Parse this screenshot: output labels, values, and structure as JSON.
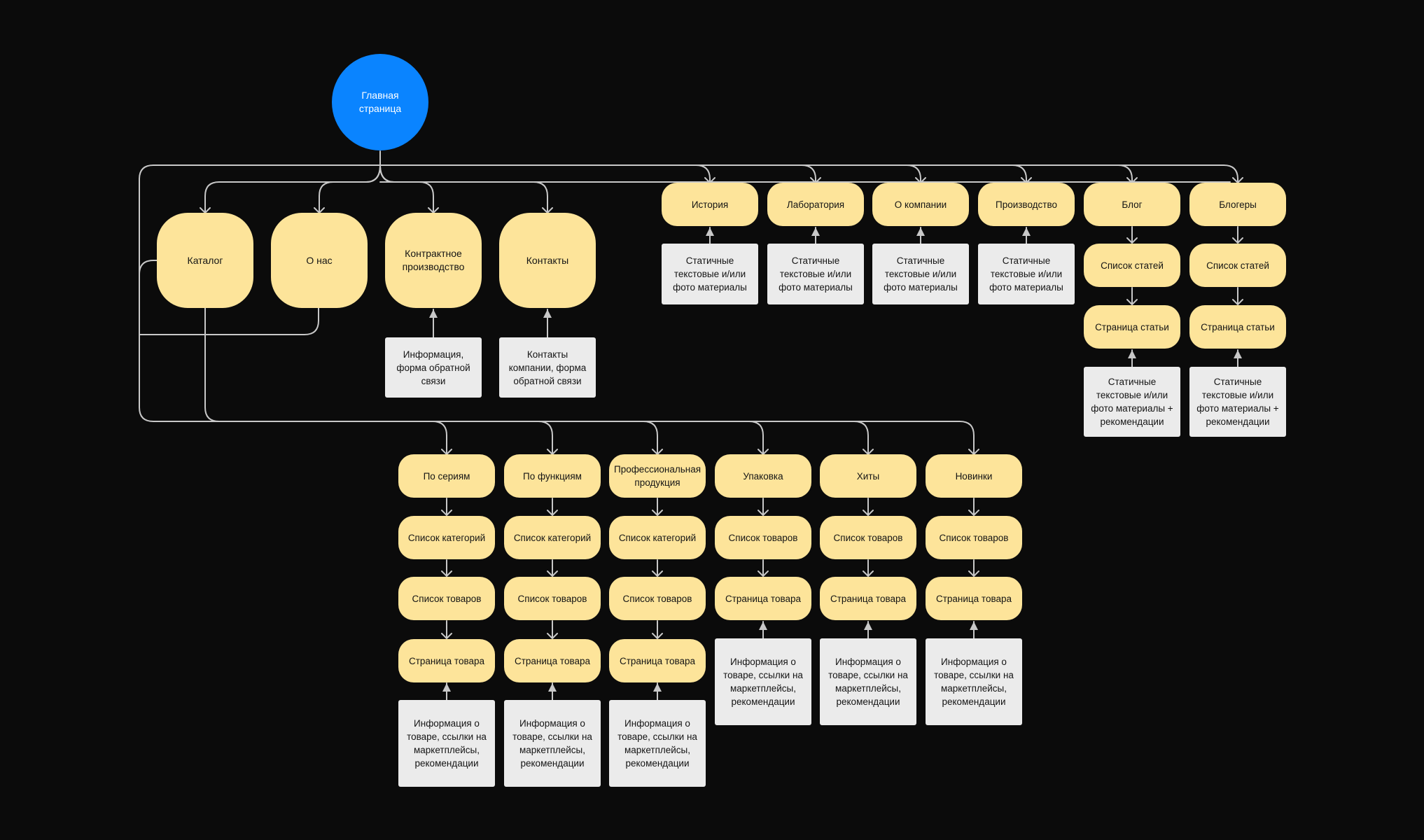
{
  "home": "Главная страница",
  "main_sections": {
    "catalog": "Каталог",
    "about_us": "О нас",
    "contract": "Контрактное производство",
    "contacts": "Контакты"
  },
  "main_info": {
    "contract": "Информация, форма обратной связи",
    "contacts": "Контакты компании, форма обратной связи"
  },
  "about_sections": [
    {
      "label": "История",
      "info": "Статичные текстовые и/или фото материалы"
    },
    {
      "label": "Лаборатория",
      "info": "Статичные текстовые и/или фото материалы"
    },
    {
      "label": "О компании",
      "info": "Статичные текстовые и/или фото материалы"
    },
    {
      "label": "Производство",
      "info": "Статичные текстовые и/или фото материалы"
    }
  ],
  "blog_sections": [
    {
      "label": "Блог",
      "list": "Список статей",
      "page": "Страница статьи",
      "info": "Статичные текстовые и/или фото материалы + рекомендации"
    },
    {
      "label": "Блогеры",
      "list": "Список статей",
      "page": "Страница статьи",
      "info": "Статичные текстовые и/или фото материалы + рекомендации"
    }
  ],
  "catalog_sections": [
    {
      "label": "По сериям",
      "steps": [
        "Список категорий",
        "Список товаров",
        "Страница товара"
      ],
      "info": "Информация о товаре, ссылки на маркетплейсы, рекомендации"
    },
    {
      "label": "По функциям",
      "steps": [
        "Список категорий",
        "Список товаров",
        "Страница товара"
      ],
      "info": "Информация о товаре, ссылки на маркетплейсы, рекомендации"
    },
    {
      "label": "Профессиональная продукция",
      "steps": [
        "Список категорий",
        "Список товаров",
        "Страница товара"
      ],
      "info": "Информация о товаре, ссылки на маркетплейсы, рекомендации"
    },
    {
      "label": "Упаковка",
      "steps": [
        "Список товаров",
        "Страница товара"
      ],
      "info": "Информация о товаре, ссылки на маркетплейсы, рекомендации"
    },
    {
      "label": "Хиты",
      "steps": [
        "Список товаров",
        "Страница товара"
      ],
      "info": "Информация о товаре, ссылки на маркетплейсы, рекомендации"
    },
    {
      "label": "Новинки",
      "steps": [
        "Список товаров",
        "Страница товара"
      ],
      "info": "Информация о товаре, ссылки на маркетплейсы, рекомендации"
    }
  ],
  "colors": {
    "background": "#0b0b0b",
    "home": "#0a84ff",
    "node": "#fde49a",
    "info": "#ebebeb",
    "connector": "#c8c8c8"
  }
}
